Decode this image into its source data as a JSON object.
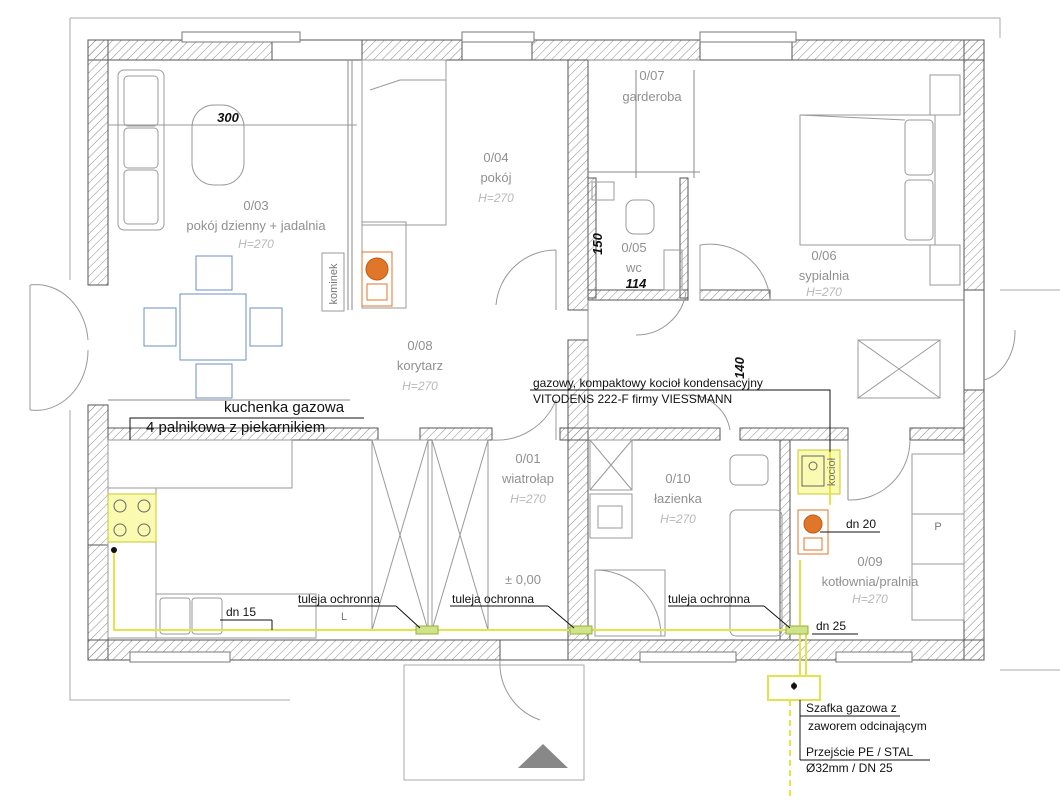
{
  "colors": {
    "wall_hatch": "#8a8a8a",
    "furniture": "#9a9a9a",
    "gas_line": "#e3e34a",
    "gas_fill": "#fafab0",
    "stove_fill": "#e0762a",
    "table_blue": "#6e8fc8",
    "annotation": "#111111"
  },
  "rooms": [
    {
      "id": "0/03",
      "name": "pokój dzienny + jadalnia",
      "height": "H=270"
    },
    {
      "id": "0/04",
      "name": "pokój",
      "height": "H=270"
    },
    {
      "id": "0/07",
      "name": "garderoba"
    },
    {
      "id": "0/05",
      "name": "wc"
    },
    {
      "id": "0/06",
      "name": "sypialnia",
      "height": "H=270"
    },
    {
      "id": "0/08",
      "name": "korytarz",
      "height": "H=270"
    },
    {
      "id": "0/01",
      "name": "wiatrołap",
      "height": "H=270"
    },
    {
      "id": "0/10",
      "name": "łazienka",
      "height": "H=270"
    },
    {
      "id": "0/09",
      "name": "kotłownia/pralnia",
      "height": "H=270"
    }
  ],
  "labels": {
    "kominek": "kominek",
    "kociol": "kocioł",
    "level": "± 0,00",
    "stair_mark": "L",
    "oven_mark": "P"
  },
  "dimensions": {
    "d300": "300",
    "d150": "150",
    "d114": "114",
    "d140": "140"
  },
  "annotations": {
    "stove_line1": "kuchenka gazowa",
    "stove_line2": "4 palnikowa z piekarnikiem",
    "boiler_line1": "gazowy, kompaktowy kocioł kondensacyjny",
    "boiler_line2": "VITODENS 222-F firmy VIESSMANN",
    "sleeve1": "tuleja ochronna",
    "sleeve2": "tuleja ochronna",
    "sleeve3": "tuleja ochronna",
    "dn15": "dn 15",
    "dn20": "dn 20",
    "dn25": "dn 25",
    "cabinet_line1": "Szafka gazowa z",
    "cabinet_line2": "zaworem odcinającym",
    "transition_line1": "Przejście  PE / STAL",
    "transition_line2": "Ø32mm / DN 25"
  }
}
